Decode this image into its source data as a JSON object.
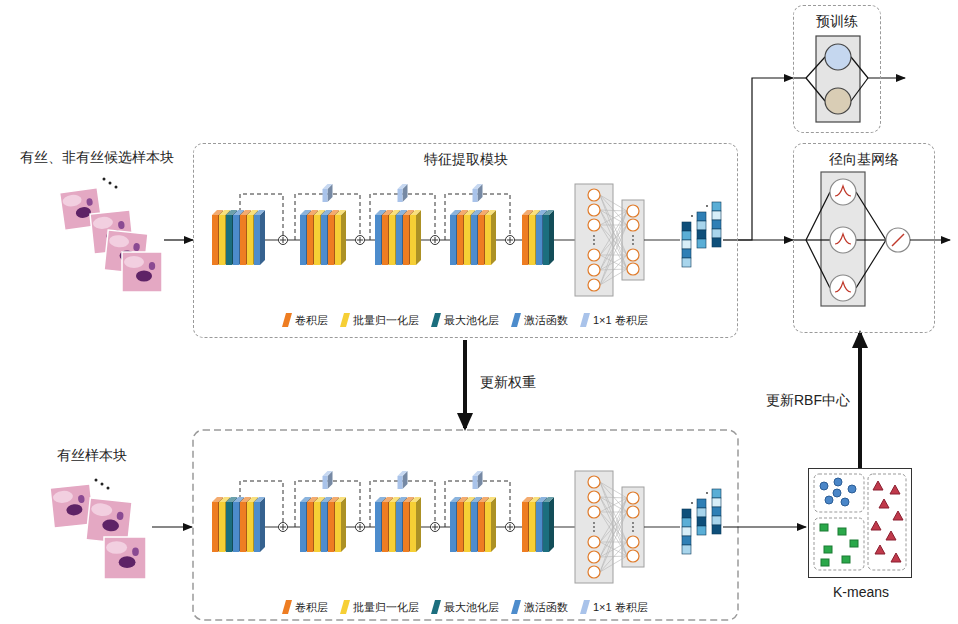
{
  "diagram": {
    "nodes": [
      {
        "text": [
          "有丝、非有丝候选样本块"
        ]
      },
      {
        "text": [
          "特征提取模块"
        ]
      },
      {
        "text": [
          "预训练"
        ]
      },
      {
        "text": [
          "径向基网络"
        ]
      },
      {
        "text": [
          "有丝样本块"
        ]
      },
      {
        "text": [
          "K-means"
        ]
      }
    ],
    "edges": [
      {
        "from": 0,
        "to": 1,
        "arrow": "to"
      },
      {
        "from": 1,
        "to": 2,
        "arrow": "to"
      },
      {
        "from": 1,
        "to": 3,
        "arrow": "to"
      },
      {
        "from": 5,
        "to": 3,
        "label": "更新RBF中心",
        "arrow": "to"
      }
    ],
    "labels": [
      "更新权重"
    ],
    "legend": [
      {
        "text": "卷积层",
        "color": "#ee7d22"
      },
      {
        "text": "批量归一化层",
        "color": "#f6cf35"
      },
      {
        "text": "最大池化层",
        "color": "#1b6e7e"
      },
      {
        "text": "激活函数",
        "color": "#4d8ccc"
      },
      {
        "text": "1×1 卷积层",
        "color": "#a9c3ea"
      },
      {
        "text": "卷积层",
        "color": "#ee7d22"
      },
      {
        "text": "批量归一化层",
        "color": "#f6cf35"
      },
      {
        "text": "最大池化层",
        "color": "#1b6e7e"
      },
      {
        "text": "激活函数",
        "color": "#4d8ccc"
      },
      {
        "text": "1×1 卷积层",
        "color": "#a9c3ea"
      }
    ]
  }
}
